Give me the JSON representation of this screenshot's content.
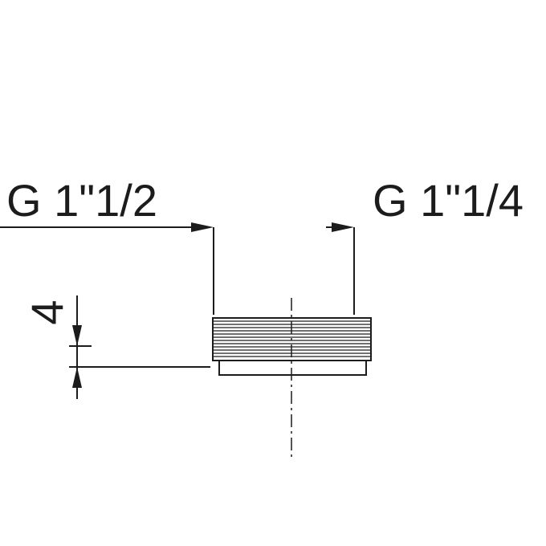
{
  "drawing": {
    "kind": "technical-drawing",
    "labels": {
      "left_thread": "G 1\"1/2",
      "right_thread": "G 1\"1/4",
      "height_dim": "4"
    },
    "colors": {
      "ink": "#1c1c1c",
      "background": "#ffffff"
    }
  }
}
